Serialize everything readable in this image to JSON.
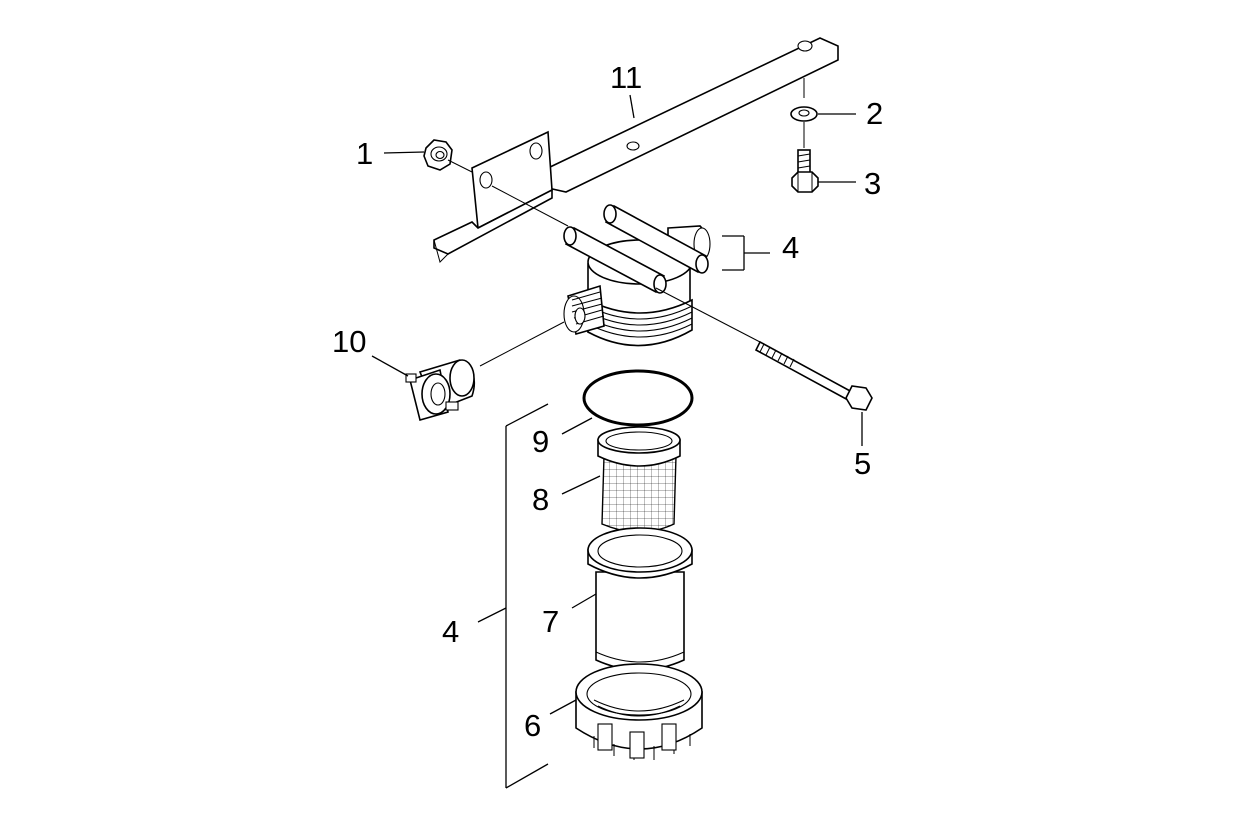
{
  "callouts": [
    {
      "id": "nut",
      "text": "1"
    },
    {
      "id": "washer",
      "text": "2"
    },
    {
      "id": "screw",
      "text": "3"
    },
    {
      "id": "filter-assembly-top",
      "text": "4"
    },
    {
      "id": "bolt",
      "text": "5"
    },
    {
      "id": "union-nut",
      "text": "6"
    },
    {
      "id": "filter-bowl",
      "text": "7"
    },
    {
      "id": "filter-screen",
      "text": "8"
    },
    {
      "id": "o-ring",
      "text": "9"
    },
    {
      "id": "hose-coupling",
      "text": "10"
    },
    {
      "id": "bracket",
      "text": "11"
    },
    {
      "id": "filter-assembly-bottom",
      "text": "4"
    }
  ]
}
